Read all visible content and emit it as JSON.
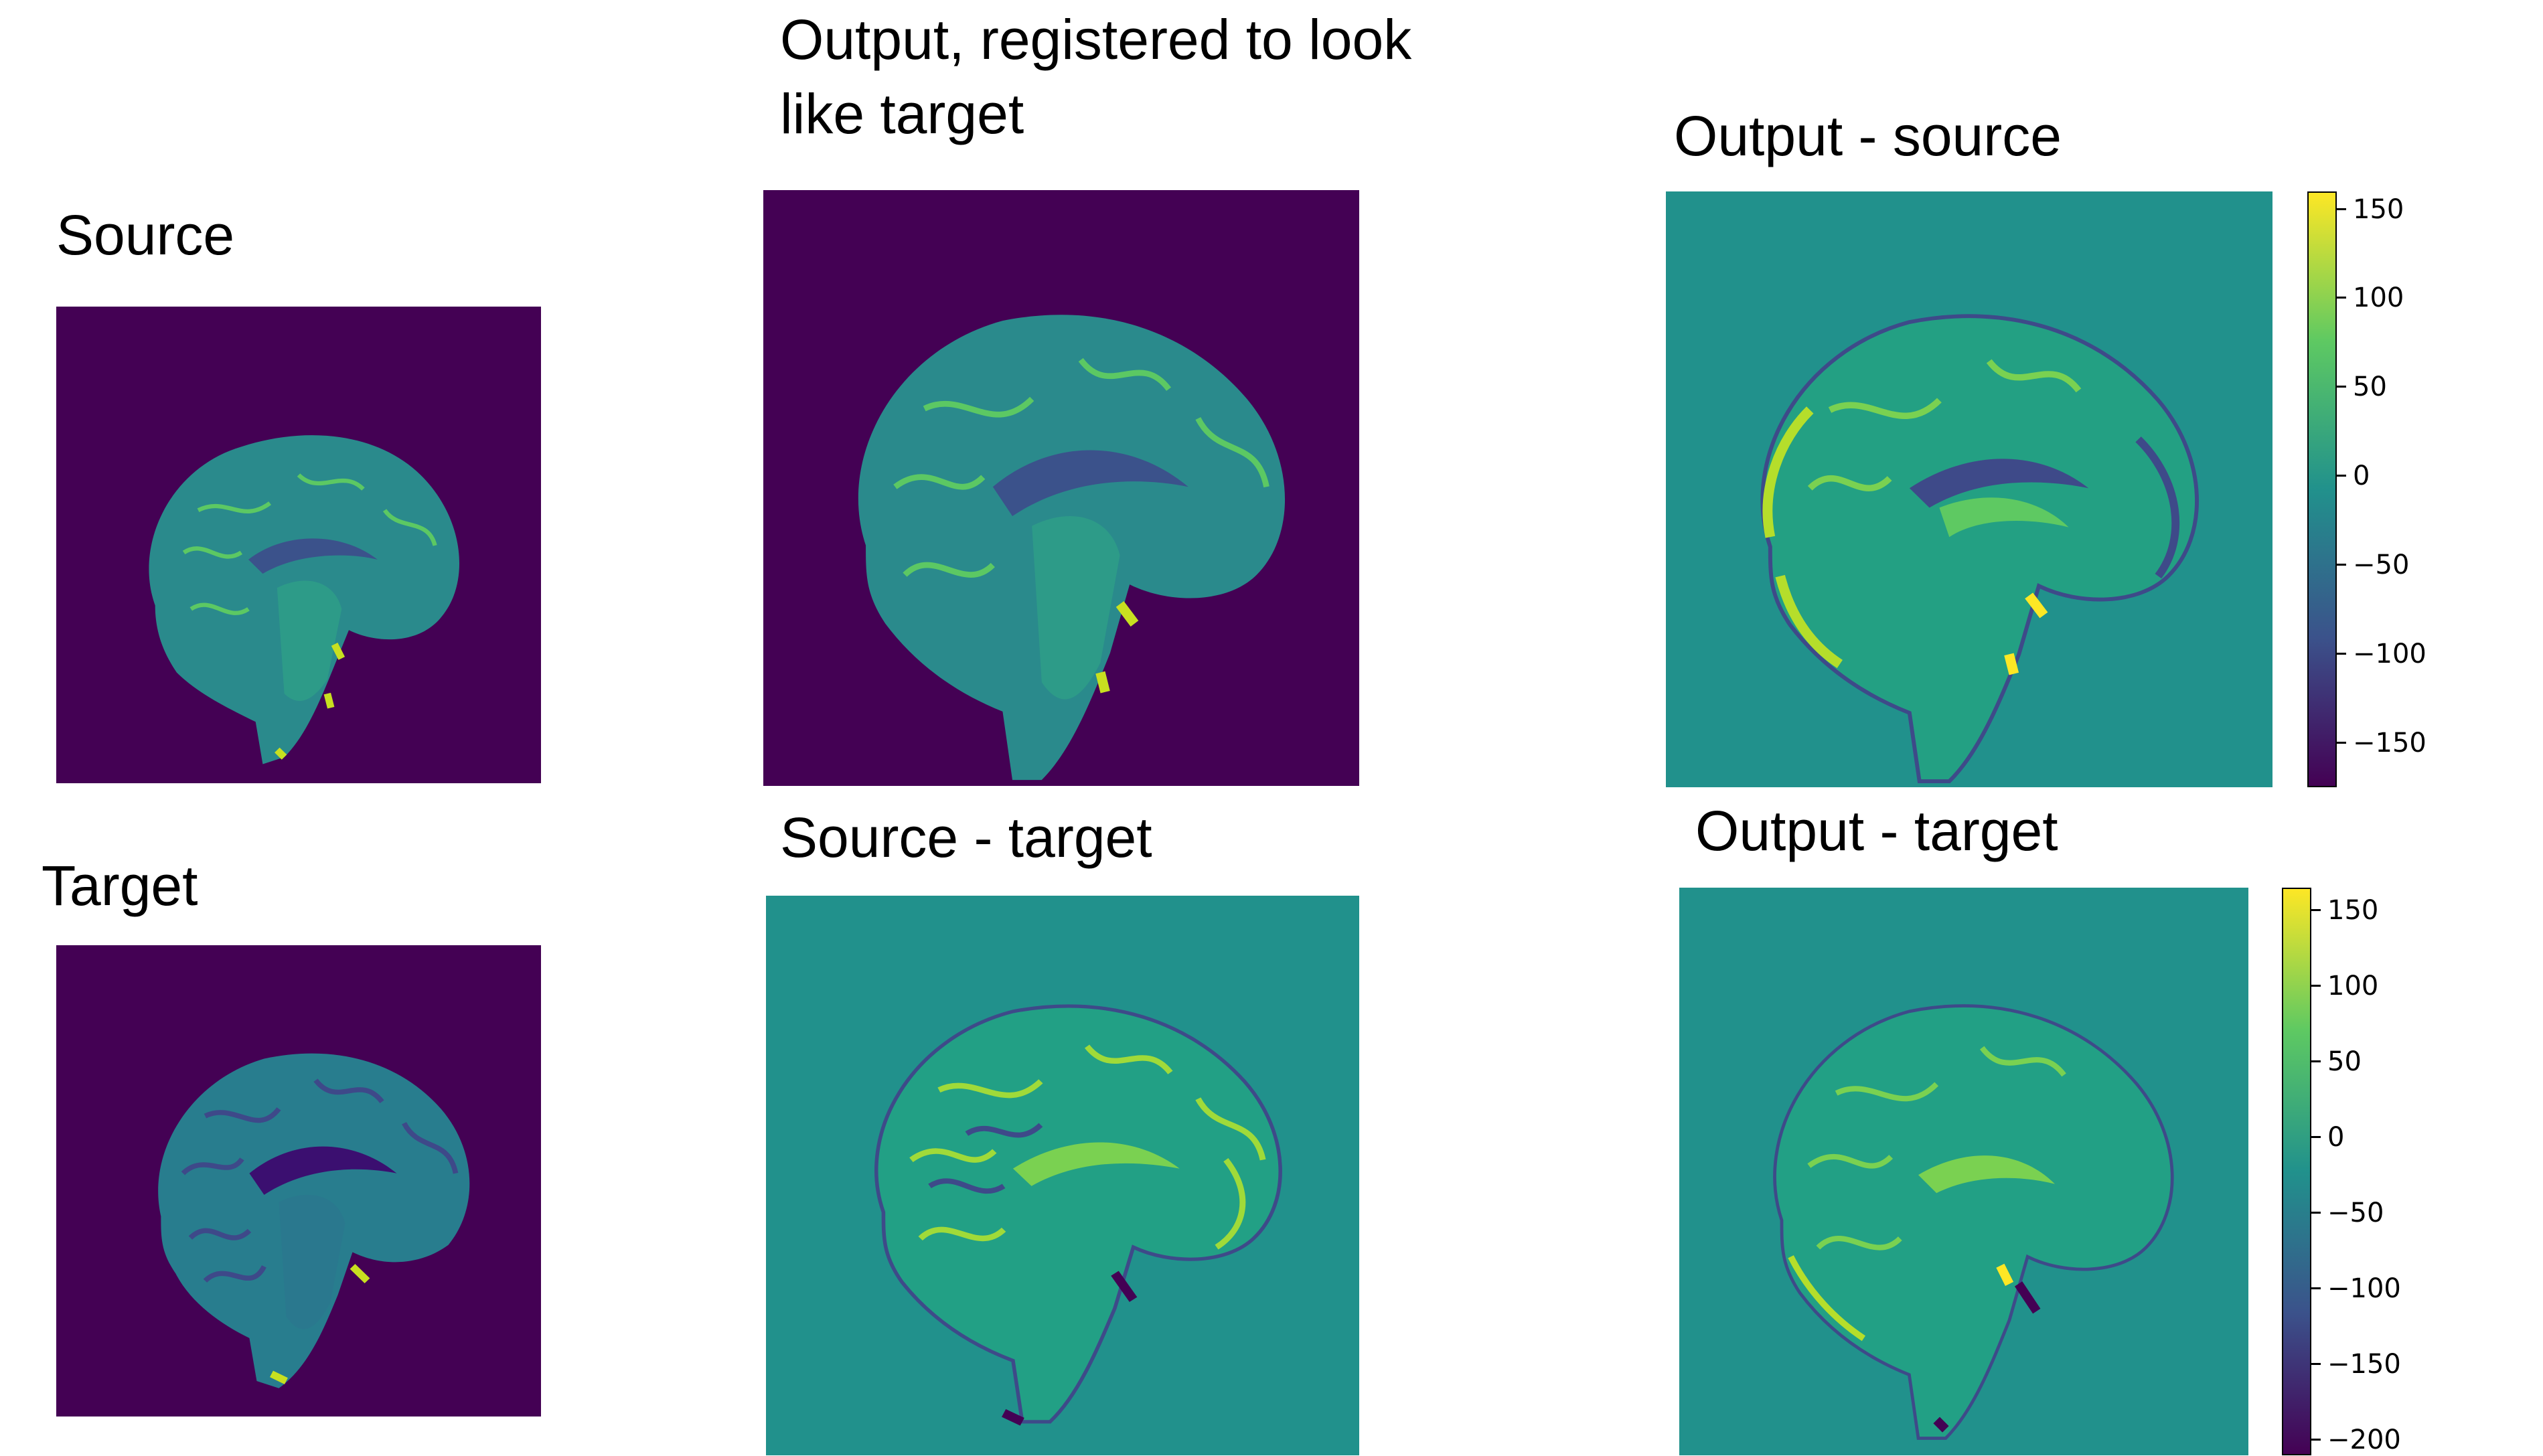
{
  "labels": {
    "source": "Source",
    "target": "Target",
    "output": "Output, registered to look\nlike target",
    "source_minus_target": "Source - target",
    "output_minus_source": "Output - source",
    "output_minus_target": "Output - target"
  },
  "panels": {
    "source": {
      "colormap": "viridis",
      "image": "sagittal brain MRI slice"
    },
    "target": {
      "colormap": "viridis",
      "image": "sagittal brain MRI slice"
    },
    "output": {
      "colormap": "viridis",
      "image": "sagittal brain MRI slice, registered"
    },
    "source_minus_target": {
      "colormap": "viridis",
      "image": "difference map"
    },
    "output_minus_source": {
      "colormap": "viridis",
      "image": "difference map"
    },
    "output_minus_target": {
      "colormap": "viridis",
      "image": "difference map"
    }
  },
  "colors": {
    "viridis_low": "#440154",
    "viridis_mid_low": "#31688e",
    "viridis_mid": "#21918c",
    "viridis_mid_high": "#35b779",
    "viridis_high": "#fde725",
    "background_dark": "#440154",
    "background_teal": "#21918c"
  },
  "colorbars": {
    "output_minus_source": {
      "ticks": [
        "150",
        "100",
        "50",
        "0",
        "−50",
        "−100",
        "−150"
      ],
      "range": [
        -175,
        160
      ]
    },
    "output_minus_target": {
      "ticks": [
        "150",
        "100",
        "50",
        "0",
        "−50",
        "−100",
        "−150",
        "−200"
      ],
      "range": [
        -210,
        165
      ]
    }
  }
}
